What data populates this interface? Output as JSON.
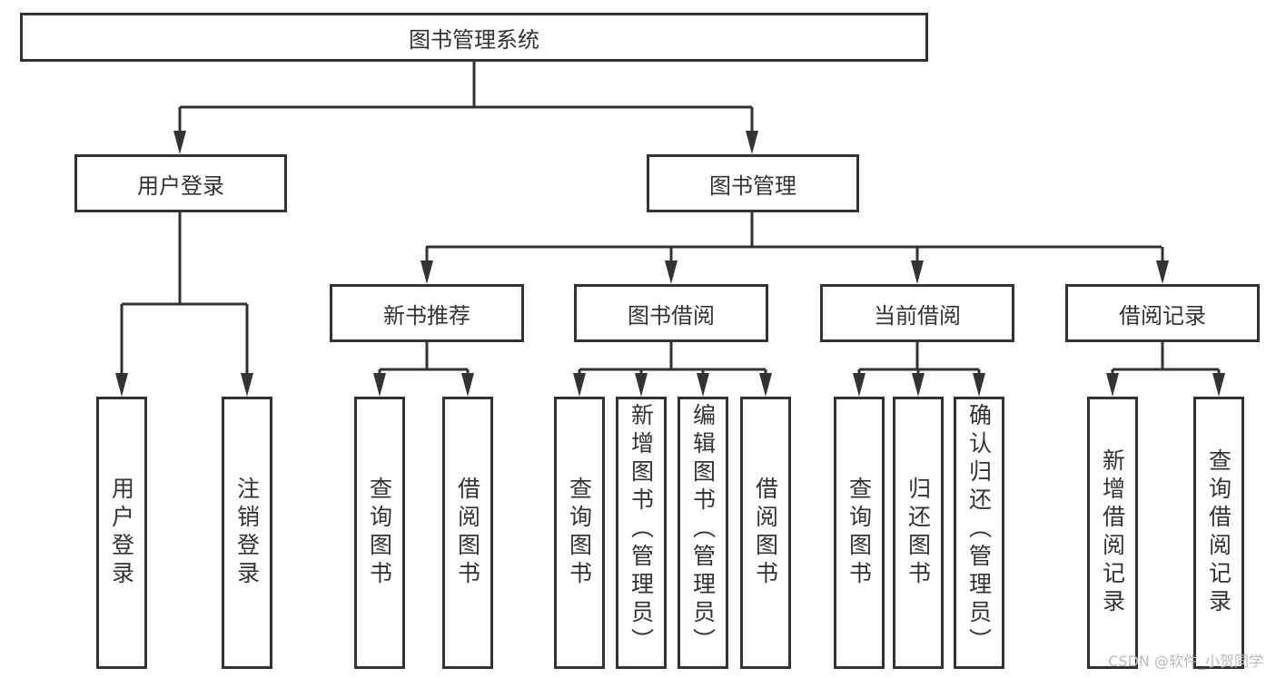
{
  "root": {
    "label": "图书管理系统"
  },
  "branches": [
    {
      "label": "用户登录",
      "children": [
        {
          "label": "用户登录"
        },
        {
          "label": "注销登录"
        }
      ]
    },
    {
      "label": "图书管理",
      "children": [
        {
          "label": "新书推荐",
          "children": [
            {
              "label": "查询图书"
            },
            {
              "label": "借阅图书"
            }
          ]
        },
        {
          "label": "图书借阅",
          "children": [
            {
              "label": "查询图书"
            },
            {
              "label": "新增图书（管理员）"
            },
            {
              "label": "编辑图书（管理员）"
            },
            {
              "label": "借阅图书"
            }
          ]
        },
        {
          "label": "当前借阅",
          "children": [
            {
              "label": "查询图书"
            },
            {
              "label": "归还图书"
            },
            {
              "label": "确认归还（管理员）"
            }
          ]
        },
        {
          "label": "借阅记录",
          "children": [
            {
              "label": "新增借阅记录"
            },
            {
              "label": "查询借阅记录"
            }
          ]
        }
      ]
    }
  ],
  "watermark": "CSDN @软件_小贺同学",
  "colors": {
    "line": "#333333",
    "background": "#ffffff"
  }
}
